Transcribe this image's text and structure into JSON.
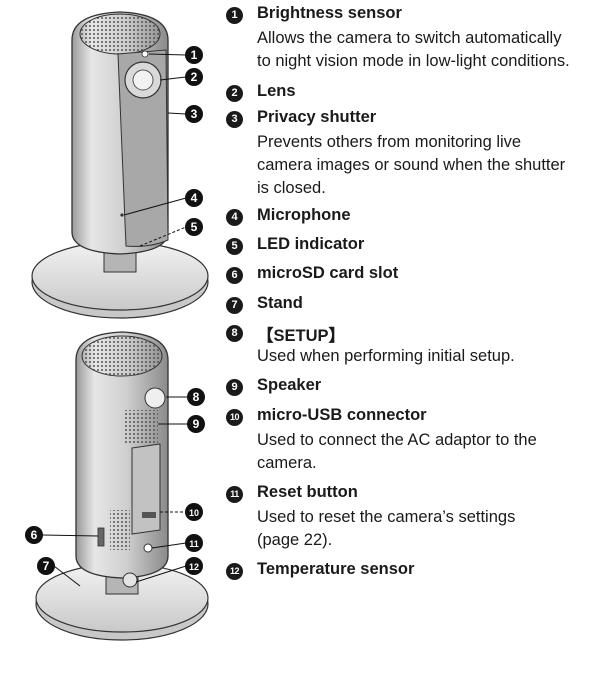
{
  "callout_markers": [
    "1",
    "2",
    "3",
    "4",
    "5",
    "6",
    "7",
    "8",
    "9",
    "10",
    "11",
    "12"
  ],
  "items": [
    {
      "number": "1",
      "title": "Brightness sensor",
      "lines": [
        "Allows the camera to switch automatically",
        "to night vision mode in low-light conditions."
      ]
    },
    {
      "number": "2",
      "title": "Lens",
      "lines": []
    },
    {
      "number": "3",
      "title": "Privacy shutter",
      "lines": [
        "Prevents others from monitoring live",
        "camera images or sound when the shutter",
        "is closed."
      ]
    },
    {
      "number": "4",
      "title": "Microphone",
      "lines": []
    },
    {
      "number": "5",
      "title": "LED indicator",
      "lines": []
    },
    {
      "number": "6",
      "title": "microSD card slot",
      "lines": []
    },
    {
      "number": "7",
      "title": "Stand",
      "lines": []
    },
    {
      "number": "8",
      "title": "【SETUP】",
      "lines": [
        "Used when performing initial setup."
      ]
    },
    {
      "number": "9",
      "title": "Speaker",
      "lines": []
    },
    {
      "number": "10",
      "title": "micro-USB connector",
      "lines": [
        "Used to connect the AC adaptor to the",
        "camera."
      ]
    },
    {
      "number": "11",
      "title": "Reset button",
      "lines": [
        "Used to reset the camera’s settings",
        "(page 22)."
      ]
    },
    {
      "number": "12",
      "title": "Temperature sensor",
      "lines": []
    }
  ]
}
